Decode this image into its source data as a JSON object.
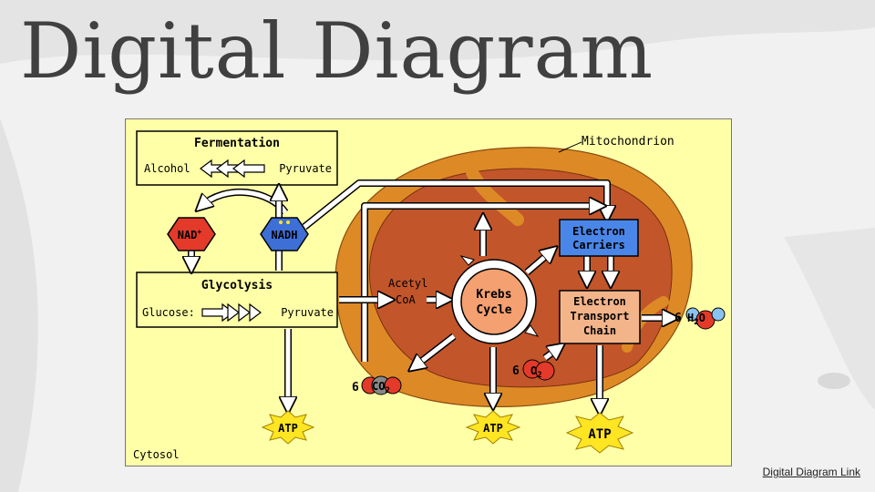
{
  "slide": {
    "title": "Digital Diagram",
    "link_text": "Digital Diagram Link"
  },
  "diagram": {
    "fermentation": {
      "title": "Fermentation",
      "left": "Alcohol",
      "right": "Pyruvate"
    },
    "nad_plus": "NAD",
    "nad_plus_sup": "+",
    "nadh": "NADH",
    "glycolysis": {
      "title": "Glycolysis",
      "left": "Glucose:",
      "right": "Pyruvate"
    },
    "acetyl_coa_line1": "Acetyl",
    "acetyl_coa_line2": "CoA",
    "krebs_line1": "Krebs",
    "krebs_line2": "Cycle",
    "electron_carriers_line1": "Electron",
    "electron_carriers_line2": "Carriers",
    "etc_line1": "Electron",
    "etc_line2": "Transport",
    "etc_line3": "Chain",
    "mitochondrion": "Mitochondrion",
    "cytosol": "Cytosol",
    "co2_coeff": "6",
    "co2_formula": "CO",
    "co2_sub": "2",
    "o2_coeff": "6",
    "o2_formula": "O",
    "o2_sub": "2",
    "h2o_coeff": "6",
    "h2o_formula_h": "H",
    "h2o_sub": "2",
    "h2o_formula_o": "O",
    "atp_1": "ATP",
    "atp_2": "ATP",
    "atp_3": "ATP",
    "colors": {
      "background": "#ffffa8",
      "mito_outer": "#dd8a26",
      "mito_inner": "#c2552a",
      "krebs_fill": "#f4a070",
      "electron_carriers_fill": "#4a86e8",
      "etc_fill": "#f3b48a",
      "nad_plus_fill": "#e33a2a",
      "nadh_fill": "#3d6fd6",
      "atp_fill": "#ffe522"
    }
  }
}
